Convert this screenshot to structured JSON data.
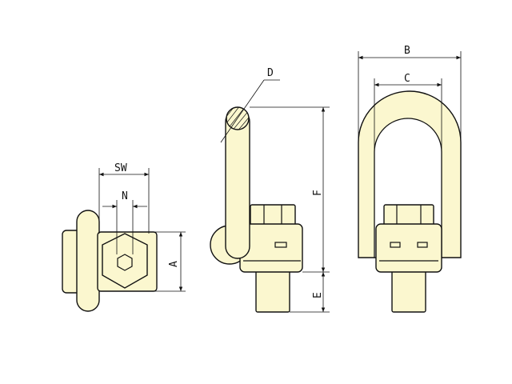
{
  "colors": {
    "part_fill": "#fbf7cf",
    "line": "#111111",
    "background": "#ffffff"
  },
  "labels": {
    "sw": "SW",
    "n": "N",
    "a": "A",
    "d": "D",
    "f": "F",
    "e": "E",
    "b": "B",
    "c": "C"
  }
}
